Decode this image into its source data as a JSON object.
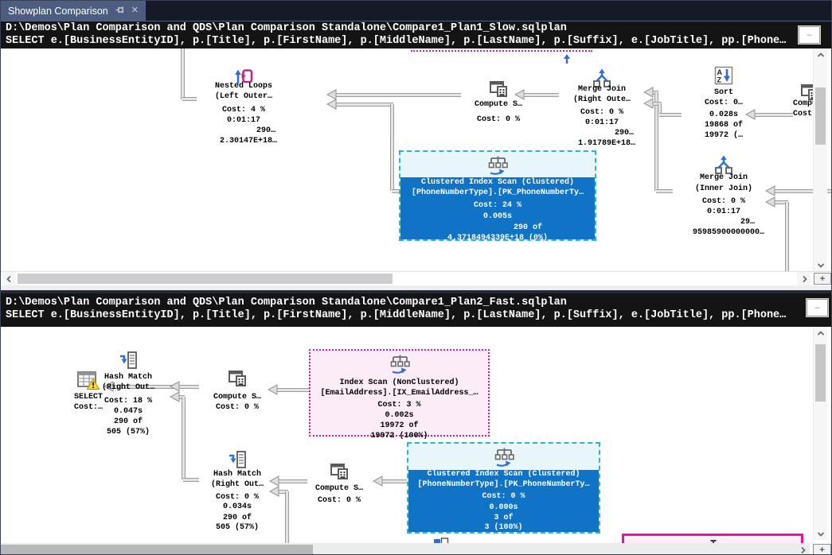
{
  "tab": {
    "title": "Showplan Comparison",
    "close_glyph": "✕"
  },
  "colors": {
    "highlight_blue": "#1173c5",
    "highlight_cyan_border": "#2fb4c9",
    "highlight_pink_border": "#df189b",
    "highlight_pink_fill": "#fbecf7",
    "magenta_border": "#e8129c",
    "tab_active": "#4d5d80",
    "header_bg": "#141414"
  },
  "scrollbars": {
    "zoom_in_glyph": "+"
  },
  "panels": [
    {
      "header": {
        "path_line": "D:\\Demos\\Plan Comparison and QDS\\Plan Comparison Standalone\\Compare1_Plan1_Slow.sqlplan",
        "query_line": "SELECT e.[BusinessEntityID], p.[Title], p.[FirstName], p.[MiddleName], p.[LastName], p.[Suffix], e.[JobTitle], pp.[Phone…",
        "collapse_glyph": "–"
      },
      "nodes": [
        {
          "id": "nested-loops",
          "icon": "nested-loops-icon",
          "lines": [
            "Nested Loops",
            "(Left Outer…",
            "Cost: 4 %",
            "0:01:17",
            "290…",
            "2.30147E+18…"
          ]
        },
        {
          "id": "compute-scalar-1",
          "icon": "compute-scalar-icon",
          "lines": [
            "Compute S…",
            "Cost: 0 %"
          ]
        },
        {
          "id": "merge-join-right-outer",
          "icon": "merge-join-icon",
          "lines": [
            "Merge Join",
            "(Right Oute…",
            "Cost: 0 %",
            "0:01:17",
            "290…",
            "1.91789E+18…"
          ]
        },
        {
          "id": "sort",
          "icon": "sort-icon",
          "lines": [
            "Sort",
            "Cost: 0…",
            "0.028s",
            "19868 of",
            "19972 (…"
          ]
        },
        {
          "id": "compute-scalar-2",
          "icon": "compute-scalar-icon",
          "lines": [
            "Compute",
            "Cost: ("
          ]
        },
        {
          "id": "clustered-index-scan-phonenumbertype",
          "icon": "clustered-index-scan-icon",
          "highlight": "blue",
          "lines": [
            "Clustered Index Scan (Clustered)",
            "[PhoneNumberType].[PK_PhoneNumberTy…",
            "Cost: 24 %",
            "0.005s",
            "290 of",
            "4.3718494339E+18 (0%)"
          ]
        },
        {
          "id": "merge-join-inner",
          "icon": "merge-join-icon",
          "lines": [
            "Merge Join",
            "(Inner Join)",
            "Cost: 0 %",
            "0:01:17",
            "29…",
            "95985900000000…"
          ]
        }
      ]
    },
    {
      "header": {
        "path_line": "D:\\Demos\\Plan Comparison and QDS\\Plan Comparison Standalone\\Compare1_Plan2_Fast.sqlplan",
        "query_line": "SELECT e.[BusinessEntityID], p.[Title], p.[FirstName], p.[MiddleName], p.[LastName], p.[Suffix], e.[JobTitle], pp.[Phone…",
        "collapse_glyph": "–"
      },
      "nodes": [
        {
          "id": "select",
          "icon": "select-result-icon",
          "lines": [
            "SELECT",
            "Cost:…"
          ]
        },
        {
          "id": "hash-match-1",
          "icon": "hash-match-icon",
          "lines": [
            "Hash Match",
            "(Right Out…",
            "Cost: 18 %",
            "0.047s",
            "290 of",
            "505 (57%)"
          ]
        },
        {
          "id": "compute-scalar-1",
          "icon": "compute-scalar-icon",
          "lines": [
            "Compute S…",
            "Cost: 0 %"
          ]
        },
        {
          "id": "index-scan-emailaddress",
          "icon": "index-scan-icon",
          "highlight": "pink",
          "lines": [
            "Index Scan (NonClustered)",
            "[EmailAddress].[IX_EmailAddress_…",
            "Cost: 3 %",
            "0.002s",
            "19972 of",
            "19972 (100%)"
          ]
        },
        {
          "id": "hash-match-2",
          "icon": "hash-match-icon",
          "lines": [
            "Hash Match",
            "(Right Out…",
            "Cost: 0 %",
            "0.034s",
            "290 of",
            "505 (57%)"
          ]
        },
        {
          "id": "compute-scalar-2",
          "icon": "compute-scalar-icon",
          "lines": [
            "Compute S…",
            "Cost: 0 %"
          ]
        },
        {
          "id": "clustered-index-scan-phonenumbertype",
          "icon": "clustered-index-scan-icon",
          "highlight": "blue",
          "lines": [
            "Clustered Index Scan (Clustered)",
            "[PhoneNumberType].[PK_PhoneNumberTy…",
            "Cost: 0 %",
            "0.000s",
            "3 of",
            "3 (100%)"
          ]
        }
      ]
    }
  ]
}
